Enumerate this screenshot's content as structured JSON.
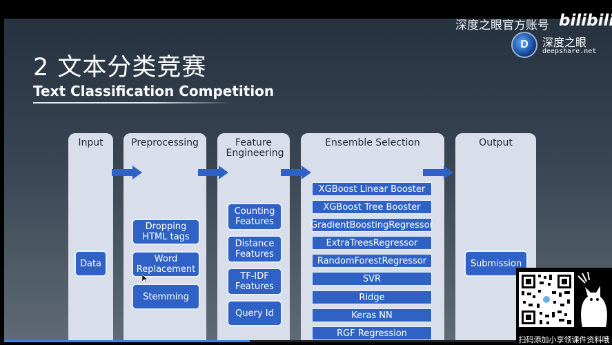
{
  "slide": {
    "title": "2 文本分类竞赛",
    "subtitle": "Text Classification Competition"
  },
  "columns": {
    "input": {
      "title": "Input",
      "items": [
        "Data"
      ]
    },
    "preprocessing": {
      "title": "Preprocessing",
      "items": [
        "Dropping HTML tags",
        "Word Replacement",
        "Stemming"
      ]
    },
    "feature": {
      "title": "Feature Engineering",
      "items": [
        "Counting Features",
        "Distance Features",
        "TF-IDF Features",
        "Query Id"
      ]
    },
    "ensemble": {
      "title": "Ensemble Selection",
      "items": [
        "XGBoost  Linear Booster",
        "XGBoost Tree Booster",
        "GradientBoostingRegressor",
        "ExtraTreesRegressor",
        "RandomForestRegressor",
        "SVR",
        "Ridge",
        "Keras NN",
        "RGF Regression"
      ]
    },
    "output": {
      "title": "Output",
      "items": [
        "Submission"
      ]
    }
  },
  "watermark": {
    "channel": "深度之眼官方账号",
    "platform": "bilibili",
    "brand_name": "深度之眼",
    "brand_url": "deepshare.net",
    "logo_letter": "D"
  },
  "qr": {
    "caption": "扫码添加小享领课件资料哦"
  },
  "playback": {
    "progress": 0.48
  },
  "colors": {
    "box": "#2f62c4",
    "panel": "#d9dfea",
    "arrow": "#2f62c4"
  }
}
